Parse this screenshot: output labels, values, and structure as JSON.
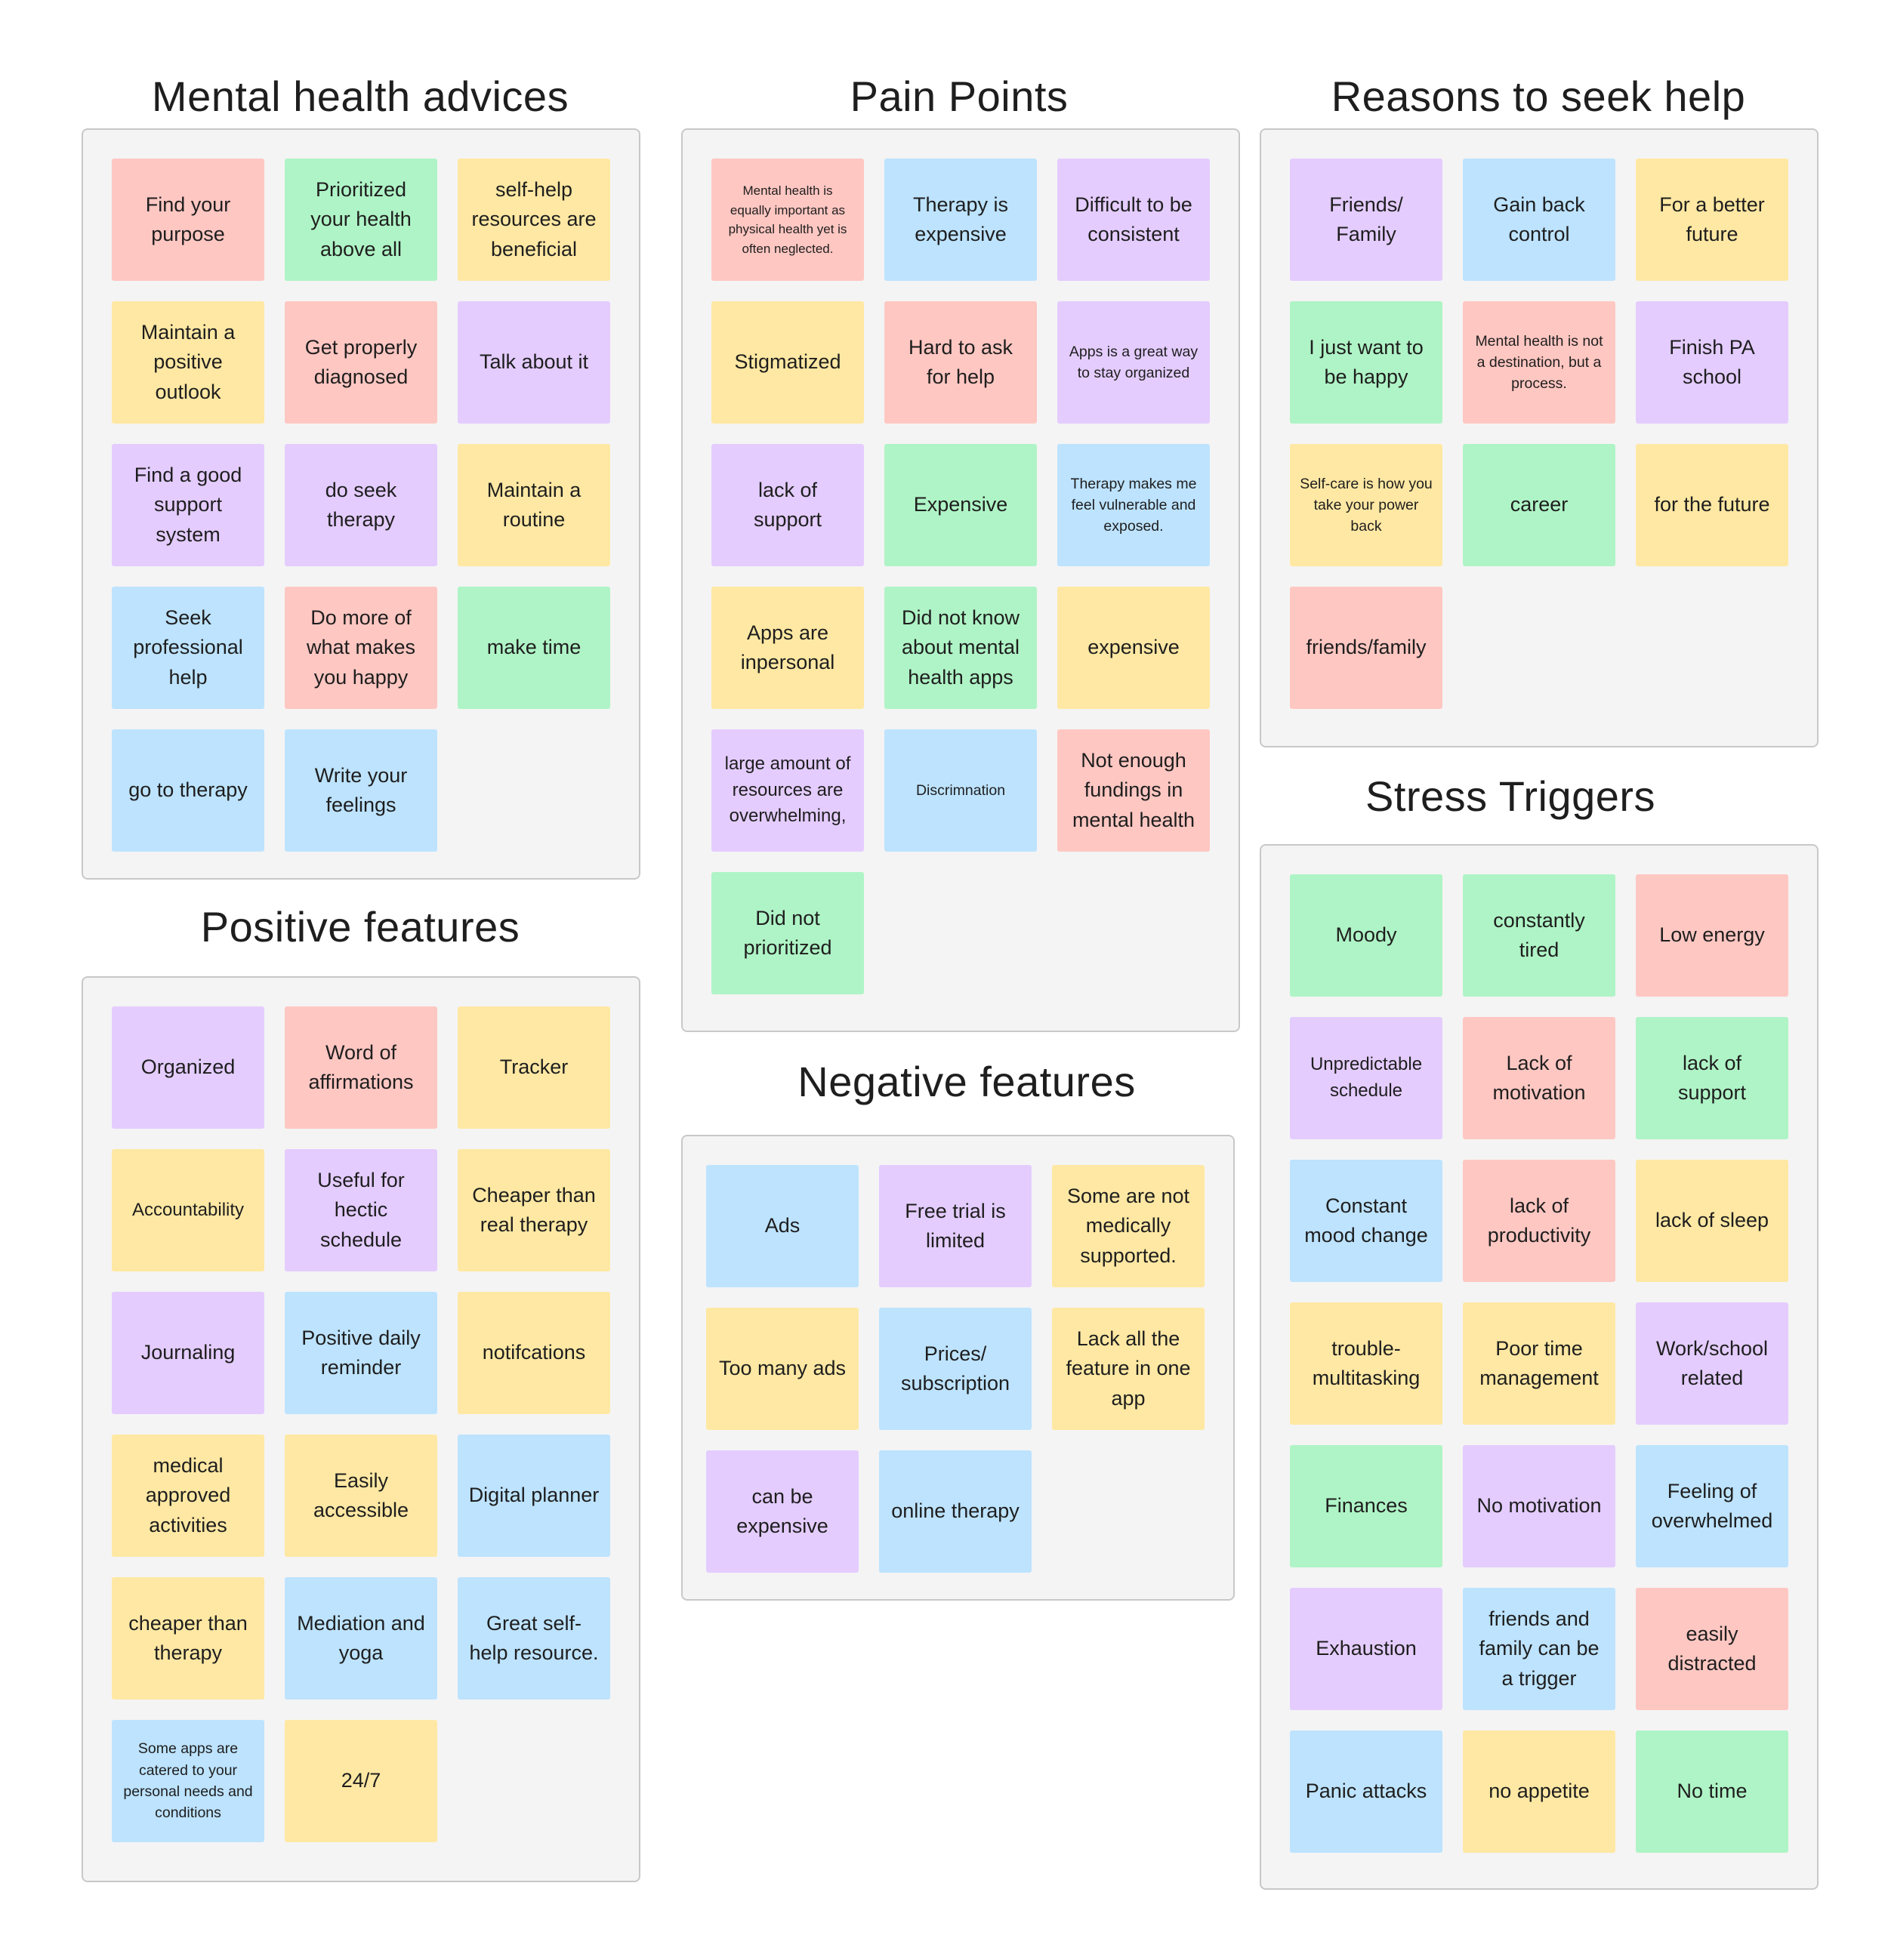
{
  "colors": {
    "pink": "#ffc7c2",
    "green": "#aff4c6",
    "yellow": "#ffe8a3",
    "purple": "#e4ccff",
    "blue": "#bde3ff"
  },
  "sections": [
    {
      "id": "mental-health-advices",
      "title": "Mental health advices",
      "notes": [
        {
          "text": "Find your purpose",
          "color": "pink"
        },
        {
          "text": "Prioritized your health above all",
          "color": "green"
        },
        {
          "text": "self-help resources are beneficial",
          "color": "yellow"
        },
        {
          "text": "Maintain a positive outlook",
          "color": "yellow"
        },
        {
          "text": "Get properly diagnosed",
          "color": "pink"
        },
        {
          "text": "Talk about it",
          "color": "purple"
        },
        {
          "text": "Find a good support system",
          "color": "purple"
        },
        {
          "text": "do seek therapy",
          "color": "purple"
        },
        {
          "text": "Maintain a routine",
          "color": "yellow"
        },
        {
          "text": "Seek professional help",
          "color": "blue"
        },
        {
          "text": "Do more of what makes you happy",
          "color": "pink"
        },
        {
          "text": "make time",
          "color": "green"
        },
        {
          "text": "go to therapy",
          "color": "blue"
        },
        {
          "text": "Write your feelings",
          "color": "blue"
        }
      ]
    },
    {
      "id": "pain-points",
      "title": "Pain Points",
      "notes": [
        {
          "text": "Mental health is equally important as physical health yet is often neglected.",
          "color": "pink",
          "size": "xs"
        },
        {
          "text": "Therapy is expensive",
          "color": "blue"
        },
        {
          "text": "Difficult to be consistent",
          "color": "purple"
        },
        {
          "text": "Stigmatized",
          "color": "yellow"
        },
        {
          "text": "Hard to ask for help",
          "color": "pink"
        },
        {
          "text": "Apps is a great way to stay organized",
          "color": "purple",
          "size": "sm"
        },
        {
          "text": "lack of support",
          "color": "purple"
        },
        {
          "text": "Expensive",
          "color": "green"
        },
        {
          "text": "Therapy makes me feel vulnerable and exposed.",
          "color": "blue",
          "size": "sm"
        },
        {
          "text": "Apps are inpersonal",
          "color": "yellow"
        },
        {
          "text": "Did not know about mental health apps",
          "color": "green"
        },
        {
          "text": "expensive",
          "color": "yellow"
        },
        {
          "text": "large amount of resources are overwhelming,",
          "color": "purple",
          "size": "md"
        },
        {
          "text": "Discrimnation",
          "color": "blue",
          "size": "sm"
        },
        {
          "text": "Not enough fundings in mental health",
          "color": "pink"
        },
        {
          "text": "Did not prioritized",
          "color": "green"
        }
      ]
    },
    {
      "id": "reasons-to-seek-help",
      "title": "Reasons to seek help",
      "notes": [
        {
          "text": "Friends/ Family",
          "color": "purple"
        },
        {
          "text": "Gain back control",
          "color": "blue"
        },
        {
          "text": "For a better future",
          "color": "yellow"
        },
        {
          "text": "I just want to be happy",
          "color": "green"
        },
        {
          "text": "Mental health is not a destination, but a process.",
          "color": "pink",
          "size": "sm"
        },
        {
          "text": "Finish PA school",
          "color": "purple"
        },
        {
          "text": "Self-care is how you take your power back",
          "color": "yellow",
          "size": "sm"
        },
        {
          "text": "career",
          "color": "green"
        },
        {
          "text": "for the future",
          "color": "yellow"
        },
        {
          "text": "friends/family",
          "color": "pink"
        }
      ]
    },
    {
      "id": "positive-features",
      "title": "Positive features",
      "notes": [
        {
          "text": "Organized",
          "color": "purple"
        },
        {
          "text": "Word of affirmations",
          "color": "pink"
        },
        {
          "text": "Tracker",
          "color": "yellow"
        },
        {
          "text": "Accountability",
          "color": "yellow",
          "size": "md"
        },
        {
          "text": "Useful for hectic schedule",
          "color": "purple"
        },
        {
          "text": "Cheaper than real therapy",
          "color": "yellow"
        },
        {
          "text": "Journaling",
          "color": "purple"
        },
        {
          "text": "Positive daily reminder",
          "color": "blue"
        },
        {
          "text": "notifcations",
          "color": "yellow"
        },
        {
          "text": "medical approved activities",
          "color": "yellow"
        },
        {
          "text": "Easily accessible",
          "color": "yellow"
        },
        {
          "text": "Digital planner",
          "color": "blue"
        },
        {
          "text": "cheaper than therapy",
          "color": "yellow"
        },
        {
          "text": "Mediation and yoga",
          "color": "blue"
        },
        {
          "text": "Great self-help resource.",
          "color": "blue"
        },
        {
          "text": "Some apps are catered to your personal needs and conditions",
          "color": "blue",
          "size": "sm"
        },
        {
          "text": "24/7",
          "color": "yellow"
        }
      ]
    },
    {
      "id": "negative-features",
      "title": "Negative features",
      "notes": [
        {
          "text": "Ads",
          "color": "blue"
        },
        {
          "text": "Free trial is limited",
          "color": "purple"
        },
        {
          "text": "Some are not medically supported.",
          "color": "yellow"
        },
        {
          "text": "Too many ads",
          "color": "yellow"
        },
        {
          "text": "Prices/ subscription",
          "color": "blue"
        },
        {
          "text": "Lack all the feature in one app",
          "color": "yellow"
        },
        {
          "text": "can be expensive",
          "color": "purple"
        },
        {
          "text": "online therapy",
          "color": "blue"
        }
      ]
    },
    {
      "id": "stress-triggers",
      "title": "Stress Triggers",
      "notes": [
        {
          "text": "Moody",
          "color": "green"
        },
        {
          "text": "constantly tired",
          "color": "green"
        },
        {
          "text": "Low energy",
          "color": "pink"
        },
        {
          "text": "Unpredictable schedule",
          "color": "purple",
          "size": "md"
        },
        {
          "text": "Lack of motivation",
          "color": "pink"
        },
        {
          "text": "lack of support",
          "color": "green"
        },
        {
          "text": "Constant mood change",
          "color": "blue"
        },
        {
          "text": "lack of productivity",
          "color": "pink"
        },
        {
          "text": "lack of sleep",
          "color": "yellow"
        },
        {
          "text": "trouble-multitasking",
          "color": "yellow"
        },
        {
          "text": "Poor time management",
          "color": "yellow"
        },
        {
          "text": "Work/school related",
          "color": "purple"
        },
        {
          "text": "Finances",
          "color": "green"
        },
        {
          "text": "No motivation",
          "color": "purple"
        },
        {
          "text": "Feeling of overwhelmed",
          "color": "blue"
        },
        {
          "text": "Exhaustion",
          "color": "purple"
        },
        {
          "text": "friends and family can be a trigger",
          "color": "blue"
        },
        {
          "text": "easily distracted",
          "color": "pink"
        },
        {
          "text": "Panic attacks",
          "color": "blue"
        },
        {
          "text": "no appetite",
          "color": "yellow"
        },
        {
          "text": "No time",
          "color": "green"
        }
      ]
    }
  ]
}
